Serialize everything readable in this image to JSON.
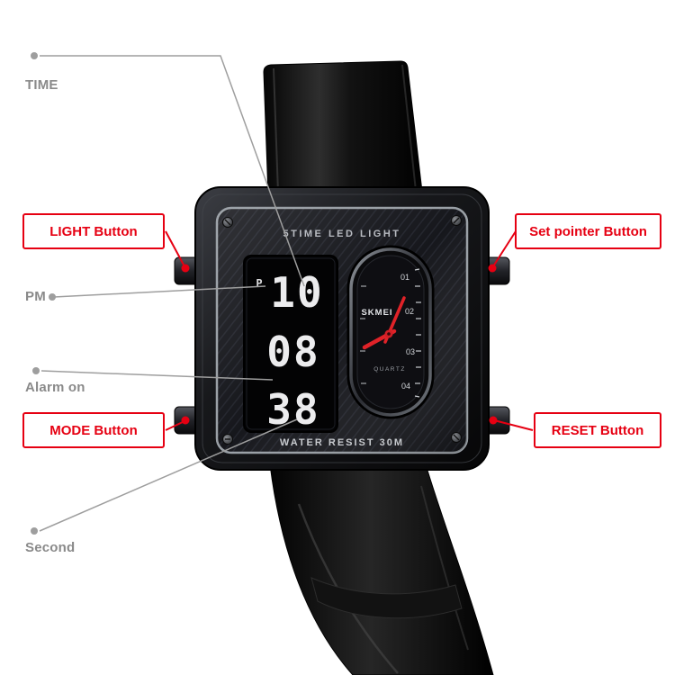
{
  "colors": {
    "accent_red": "#e60012",
    "label_gray": "#8a8a8a",
    "line_gray": "#9e9e9e",
    "watch_black": "#0c0c0e",
    "hand_red": "#e02228"
  },
  "callouts": {
    "time": {
      "label": "TIME"
    },
    "light": {
      "label": "LIGHT Button"
    },
    "pm": {
      "label": "PM"
    },
    "alarm": {
      "label": "Alarm on"
    },
    "mode": {
      "label": "MODE Button"
    },
    "second": {
      "label": "Second"
    },
    "set_pointer": {
      "label": "Set pointer Button"
    },
    "reset": {
      "label": "RESET Button"
    }
  },
  "watch": {
    "face_title": "5TIME  LED LIGHT",
    "lcd": {
      "pm_indicator": "P",
      "hours": "10",
      "minutes": "08",
      "seconds": "38"
    },
    "subdial": {
      "brand": "SKMEI",
      "movement": "QUARTZ",
      "numerals": [
        "01",
        "02",
        "03",
        "04"
      ]
    },
    "bottom_text": "WATER RESIST 30M"
  }
}
